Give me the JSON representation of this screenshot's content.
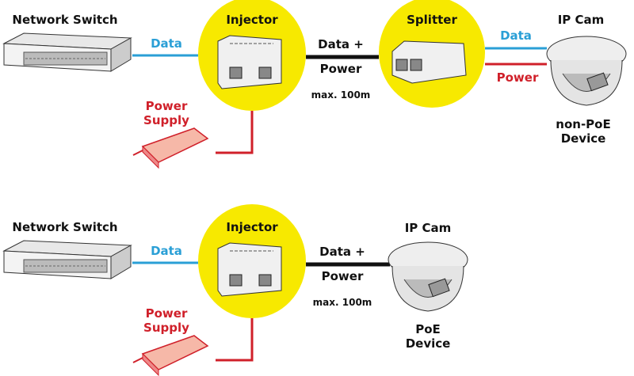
{
  "colors": {
    "highlight": "#f7e900",
    "data_line": "#2a9fd6",
    "power_line": "#d0202a",
    "combined_line": "#111111"
  },
  "top_diagram": {
    "switch_label": "Network Switch",
    "data_label_1": "Data",
    "injector_label": "Injector",
    "combined_label_1": "Data +",
    "combined_label_2": "Power",
    "distance_label": "max. 100m",
    "splitter_label": "Splitter",
    "data_label_2": "Data",
    "power_label": "Power",
    "camera_label": "IP Cam",
    "device_label_1": "non-PoE",
    "device_label_2": "Device",
    "supply_label_1": "Power",
    "supply_label_2": "Supply"
  },
  "bottom_diagram": {
    "switch_label": "Network Switch",
    "data_label": "Data",
    "injector_label": "Injector",
    "combined_label_1": "Data +",
    "combined_label_2": "Power",
    "distance_label": "max. 100m",
    "camera_label": "IP Cam",
    "device_label_1": "PoE",
    "device_label_2": "Device",
    "supply_label_1": "Power",
    "supply_label_2": "Supply"
  }
}
